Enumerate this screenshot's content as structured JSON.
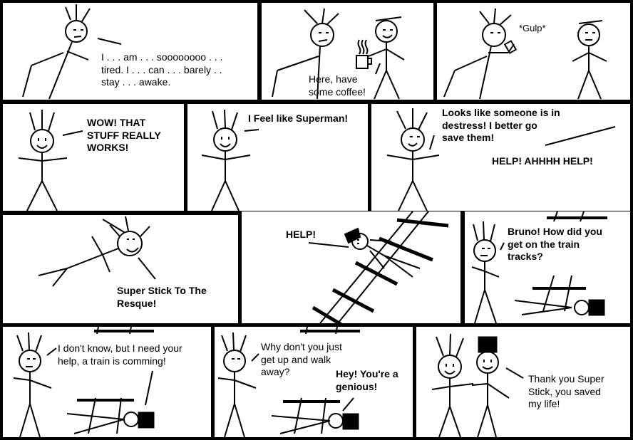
{
  "panels": {
    "p1": {
      "speech": "I . . . am . . . soooooooo . . .\ntired.  I . . . can . . . barely . .\nstay . . . awake."
    },
    "p2": {
      "speech": "Here, have\nsome coffee!"
    },
    "p3": {
      "sound": "*Gulp*"
    },
    "p4": {
      "speech": "WOW! THAT\nSTUFF REALLY\nWORKS!"
    },
    "p5": {
      "speech": "I Feel like Superman!"
    },
    "p6": {
      "speech": "Looks like someone is in\ndestress!  I better go\nsave them!",
      "shout": "HELP! AHHHH HELP!"
    },
    "p7": {
      "caption": "Super Stick To The\nResque!"
    },
    "p8": {
      "speech": "HELP!"
    },
    "p9": {
      "speech": "Bruno!  How did you\nget on the train\ntracks?"
    },
    "p10": {
      "speech": "I don't know, but I need your\nhelp, a train is comming!"
    },
    "p11": {
      "speech": "Why don't you just\nget up and walk\naway?",
      "reply": "Hey! You're a\ngenious!"
    },
    "p12": {
      "speech": "Thank you Super\nStick, you saved\nmy life!"
    }
  }
}
